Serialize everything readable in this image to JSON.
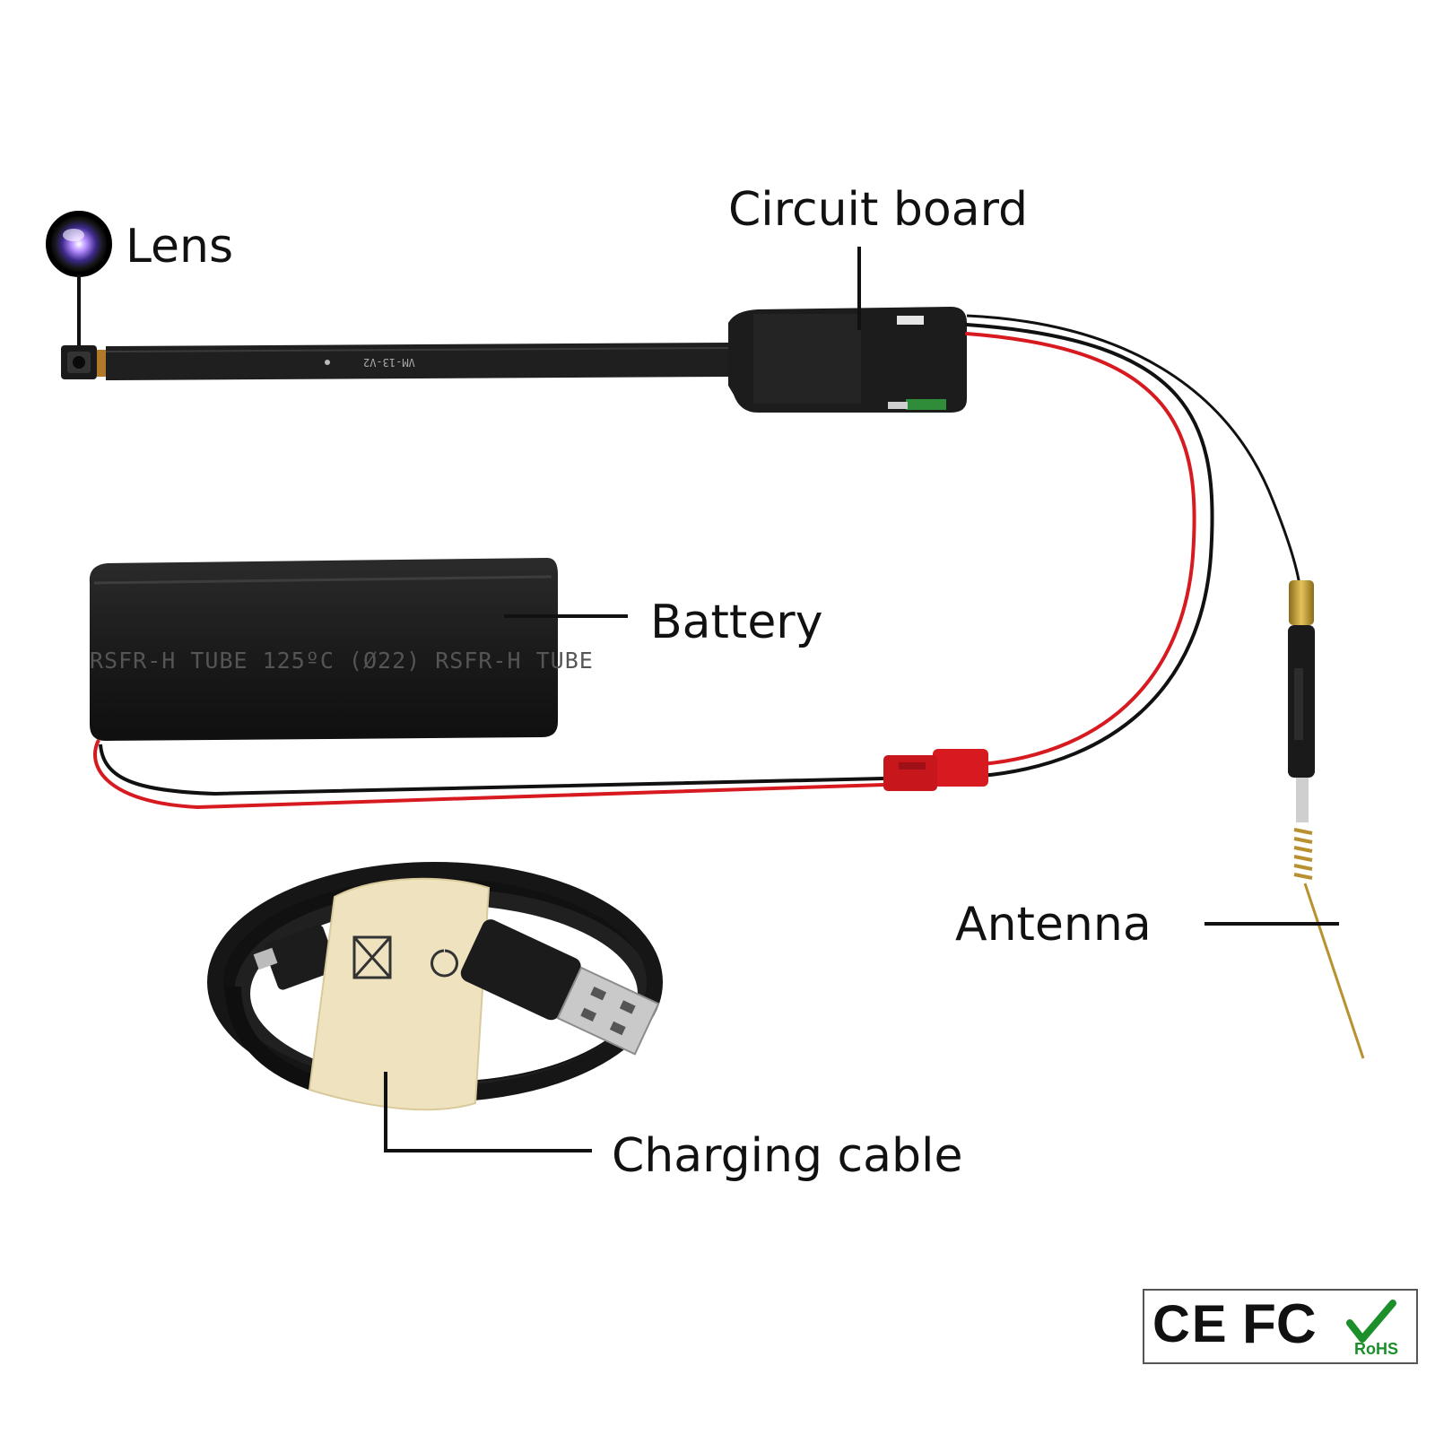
{
  "labels": {
    "lens": "Lens",
    "circuit_board": "Circuit board",
    "battery": "Battery",
    "antenna": "Antenna",
    "charging_cable": "Charging cable"
  },
  "battery_print": "RSFR-H TUBE 125ºC (Ø22) RSFR-H TUBE",
  "ribbon_print": "VM-13-V2",
  "certifications": [
    "CE",
    "FC",
    "RoHS"
  ],
  "colors": {
    "wire_red": "#d71920",
    "wire_black": "#111111",
    "device_black": "#1e1e1e",
    "cable_band": "#efe3bf",
    "antenna_brass": "#c9a23a",
    "rohs_green": "#1b8f2a"
  }
}
